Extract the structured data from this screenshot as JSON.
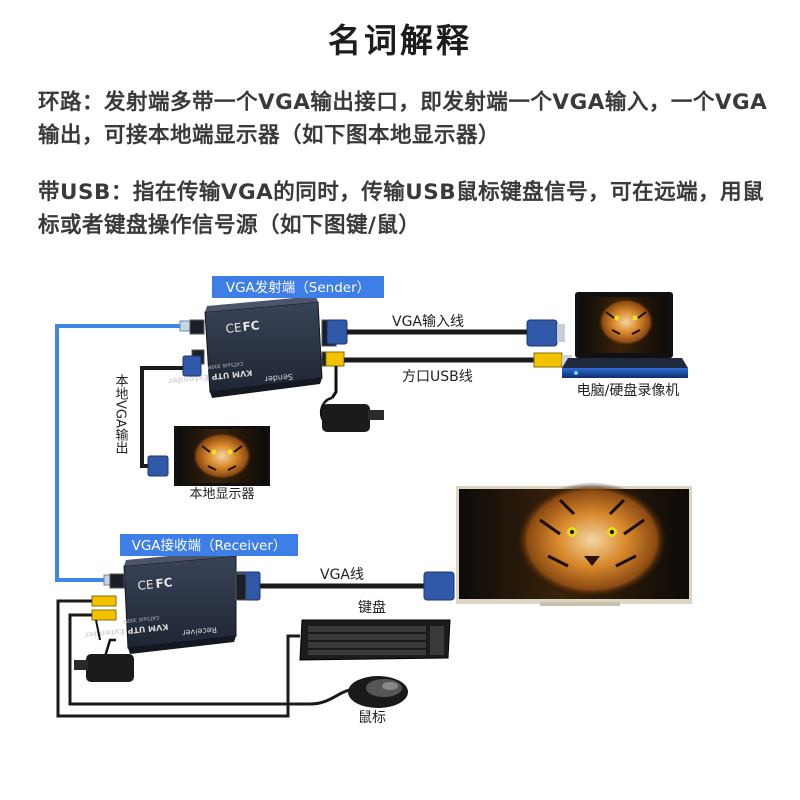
{
  "title": "名词解释",
  "paragraphs": {
    "loop": "环路：发射端多带一个VGA输出接口，即发射端一个VGA输入，一个VGA输出，可接本地端显示器（如下图本地显示器）",
    "usb": "带USB：指在传输VGA的同时，传输USB鼠标键盘信号，可在远端，用鼠标或者键盘操作信号源（如下图键/鼠）"
  },
  "diagram": {
    "sender_tag": "VGA发射端（Sender）",
    "receiver_tag": "VGA接收端（Receiver）",
    "device_text": {
      "brand": "KVM UTP Extender",
      "model": "CAT5e/6 300M",
      "sender_word": "Sender",
      "receiver_word": "Receiver",
      "fc_mark": "FC",
      "ce_mark": "CE"
    },
    "labels": {
      "vga_input_cable": "VGA输入线",
      "usb_cable": "方口USB线",
      "pc_dvr": "电脑/硬盘录像机",
      "local_vga_out": "本地VGA输出",
      "local_display": "本地显示器",
      "vga_cable": "VGA线",
      "keyboard": "键盘",
      "mouse": "鼠标"
    },
    "colors": {
      "tag_bg": "#3d7ee8",
      "network_cable": "#3f86e6",
      "device_body": "#2b3446",
      "vga_connector": "#2f58a8"
    }
  }
}
